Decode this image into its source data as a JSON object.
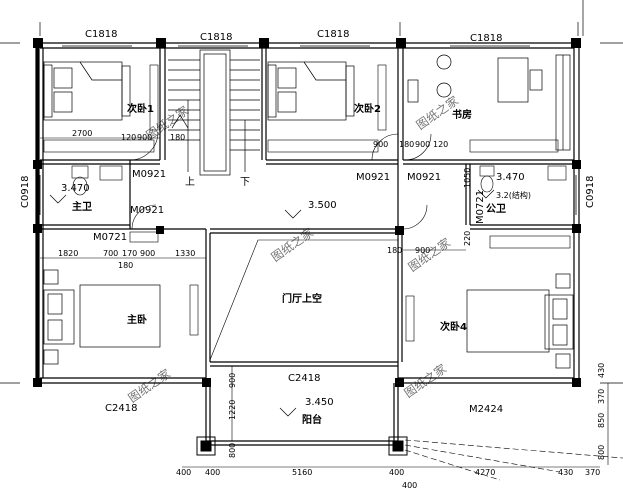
{
  "windows": {
    "top_1": "C1818",
    "top_2": "C1818",
    "top_3": "C1818",
    "top_4": "C1818",
    "left": "C0918",
    "right": "C0918",
    "lower_center": "C2418",
    "bottom_left": "C2418"
  },
  "doors": {
    "m1": "M0921",
    "m2": "M0921",
    "m3": "M0921",
    "m4": "M0921",
    "m5": "M0721",
    "m6": "M0721",
    "m7": "M2424"
  },
  "rooms": {
    "bedroom1": "次卧1",
    "bedroom2": "次卧2",
    "study": "书房",
    "master_bath": "主卫",
    "public_bath": "公卫",
    "master_bed": "主卧",
    "bedroom4": "次卧4",
    "hall_void": "门厅上空",
    "balcony": "阳台",
    "stair_up": "上",
    "stair_down": "下"
  },
  "levels": {
    "master_bath": "3.470",
    "public_bath": "3.470",
    "public_bath_note": "3.2(结构)",
    "hall": "3.500",
    "balcony": "3.450"
  },
  "dimensions": {
    "d2700": "2700",
    "d120a": "120",
    "d900a": "900",
    "d180a": "180",
    "d900b": "900",
    "d180b": "180",
    "d900c": "900",
    "d120b": "120",
    "d1050": "1050",
    "d1820": "1820",
    "d700": "700",
    "d170": "170",
    "d900d": "900",
    "d1330": "1330",
    "d180c": "180",
    "d180d": "180",
    "d900e": "900",
    "d220": "220",
    "d900f": "900",
    "d1220": "1220",
    "d800a": "800",
    "d400a": "400",
    "d400b": "400",
    "d5160": "5160",
    "d400c": "400",
    "d4270": "4270",
    "d430a": "430",
    "d370a": "370",
    "d400d": "400",
    "d430b": "430",
    "d370b": "370",
    "d850": "850",
    "d800b": "800"
  },
  "watermark": "图纸之家"
}
